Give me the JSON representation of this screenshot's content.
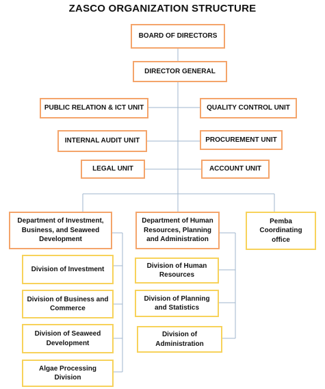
{
  "title": "ZASCO ORGANIZATION STRUCTURE",
  "colors": {
    "head_border": "#f4a46a",
    "division_border": "#f7d25a",
    "connector": "#9fb6cc"
  },
  "board": "BOARD OF DIRECTORS",
  "director_general": "DIRECTOR GENERAL",
  "units": {
    "public_relation": "PUBLIC RELATION & ICT UNIT",
    "quality_control": "QUALITY CONTROL UNIT",
    "internal_audit": "INTERNAL AUDIT UNIT",
    "procurement": "PROCUREMENT UNIT",
    "legal": "LEGAL UNIT",
    "account": "ACCOUNT UNIT"
  },
  "departments": {
    "investment": "Department of Investment, Business, and Seaweed Development",
    "human_resources": "Department of Human Resources, Planning and Administration",
    "pemba": "Pemba Coordinating office"
  },
  "divisions_investment": [
    "Division of Investment",
    "Division of Business and Commerce",
    "Division of Seaweed Development",
    "Algae Processing Division"
  ],
  "divisions_hr": [
    "Division of Human Resources",
    "Division of Planning and Statistics",
    "Division of Administration"
  ]
}
